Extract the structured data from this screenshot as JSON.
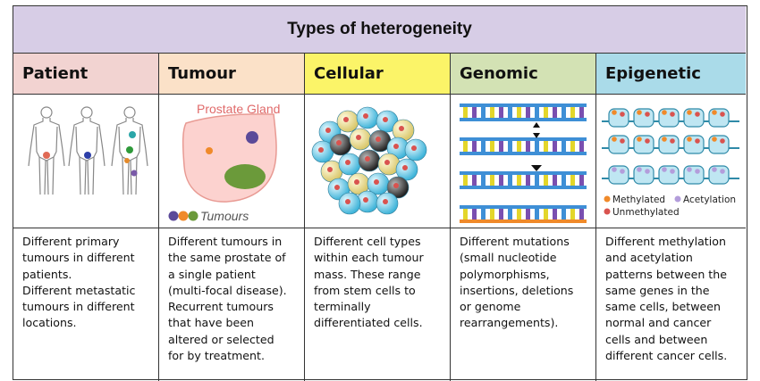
{
  "title": "Types of heterogeneity",
  "columns": [
    {
      "heading": "Patient",
      "color": "#f2d3d1",
      "lines": [
        "Different primary",
        "tumours in different",
        "patients.",
        "Different metastatic",
        "tumours in different",
        "locations."
      ]
    },
    {
      "heading": "Tumour",
      "color": "#fbe1c8",
      "lines": [
        "Different tumours in",
        "the same prostate of",
        "a single patient",
        "(multi-focal disease).",
        "Recurrent tumours",
        "that have been",
        "altered or selected",
        "for by treatment."
      ],
      "figure": {
        "gland_label": "Prostate Gland",
        "tumours_label": "Tumours"
      }
    },
    {
      "heading": "Cellular",
      "color": "#fbf468",
      "lines": [
        "Different cell types",
        "within each tumour",
        "mass. These range",
        "from stem cells to",
        "terminally",
        "differentiated cells."
      ]
    },
    {
      "heading": "Genomic",
      "color": "#d3e2b4",
      "lines": [
        "Different mutations",
        "(small nucleotide",
        "polymorphisms,",
        "insertions, deletions",
        "or genome",
        "rearrangements)."
      ]
    },
    {
      "heading": "Epigenetic",
      "color": "#aadbe9",
      "lines": [
        "Different methylation",
        "and acetylation",
        "patterns between the",
        "same genes in the",
        "same cells, between",
        "normal and cancer",
        "cells and between",
        "different cancer cells."
      ],
      "legend": {
        "methylated": "Methylated",
        "acetylation": "Acetylation",
        "unmethylated": "Unmethylated"
      }
    }
  ],
  "colors": {
    "title_bg": "#d7cde6",
    "tumour_orange": "#f08a2a",
    "tumour_purple": "#5b4a99",
    "tumour_green": "#6b9a3a",
    "cell_cyan": "#7fd3ee",
    "dna_blue": "#3e8fd6",
    "methyl_orange": "#f08a2a",
    "acetyl_purple": "#b39ddb",
    "unmethyl_red": "#d9534f"
  }
}
